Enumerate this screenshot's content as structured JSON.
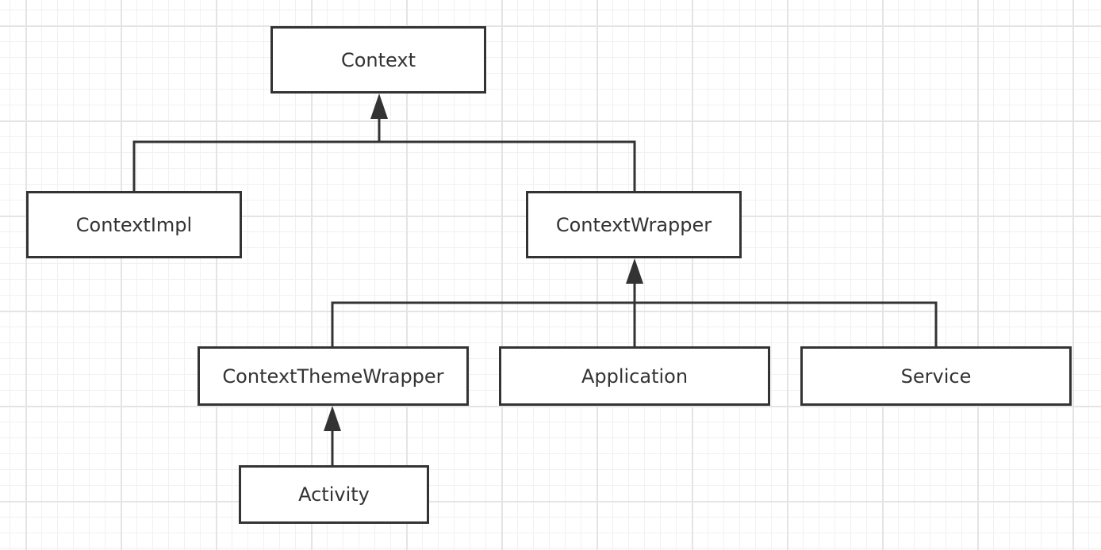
{
  "diagram": {
    "line_color": "#333333",
    "grid_color": "#e4e4e4",
    "nodes": {
      "context": "Context",
      "context_impl": "ContextImpl",
      "context_wrapper": "ContextWrapper",
      "context_theme_wrapper": "ContextThemeWrapper",
      "application": "Application",
      "service": "Service",
      "activity": "Activity"
    },
    "edges": [
      {
        "from": "ContextImpl",
        "to": "Context",
        "type": "inheritance"
      },
      {
        "from": "ContextWrapper",
        "to": "Context",
        "type": "inheritance"
      },
      {
        "from": "ContextThemeWrapper",
        "to": "ContextWrapper",
        "type": "inheritance"
      },
      {
        "from": "Application",
        "to": "ContextWrapper",
        "type": "inheritance"
      },
      {
        "from": "Service",
        "to": "ContextWrapper",
        "type": "inheritance"
      },
      {
        "from": "Activity",
        "to": "ContextThemeWrapper",
        "type": "inheritance"
      }
    ]
  }
}
